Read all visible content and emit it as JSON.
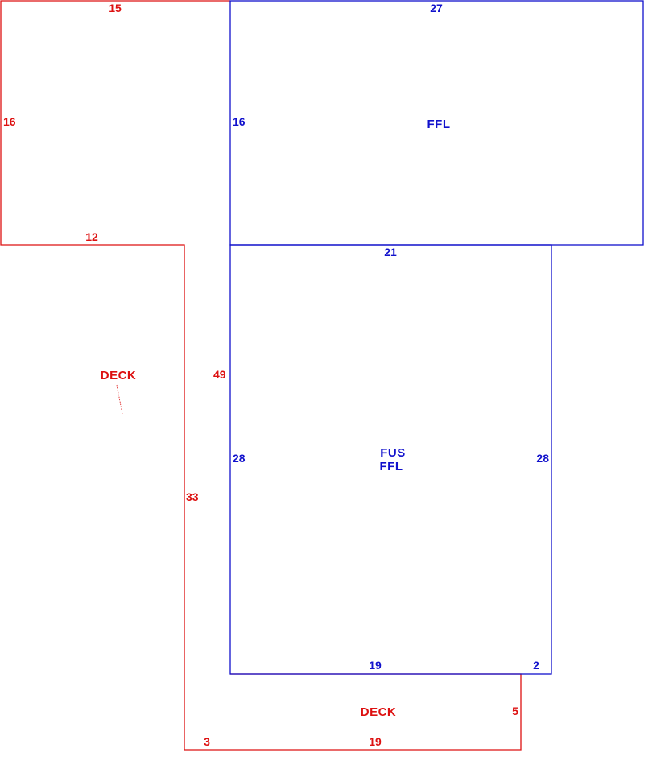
{
  "colors": {
    "deck": "#dd1111",
    "living": "#1111cc",
    "background": "#ffffff"
  },
  "deck_left": {
    "label": "DECK",
    "dimensions": {
      "top": "15",
      "left_side": "16",
      "inner_ledge": "12",
      "long_right_side": "49",
      "inner_vertical": "33",
      "bottom": "3"
    }
  },
  "ffl_upper": {
    "label": "FFL",
    "dimensions": {
      "top": "27",
      "left_side": "16"
    }
  },
  "fus_ffl": {
    "label_line1": "FUS",
    "label_line2": "FFL",
    "dimensions": {
      "top": "21",
      "left_side": "28",
      "right_side": "28",
      "bottom": "19",
      "bottom_right": "2"
    }
  },
  "deck_bottom": {
    "label": "DECK",
    "dimensions": {
      "right_side": "5",
      "bottom": "19"
    }
  }
}
